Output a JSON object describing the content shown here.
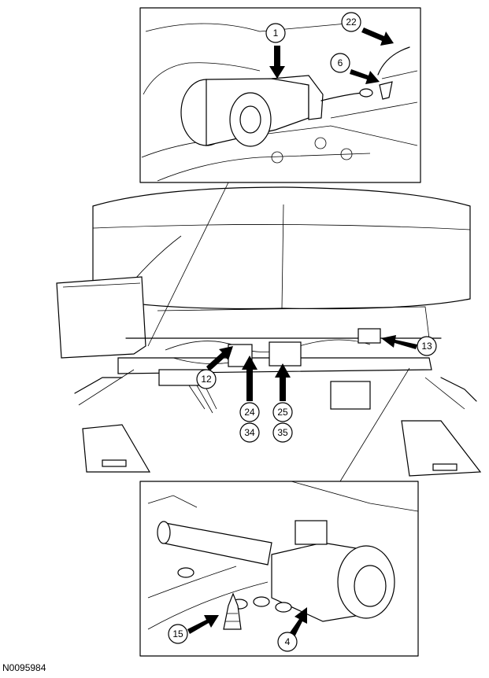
{
  "figure_id": "N0095984",
  "callouts": {
    "c1": "1",
    "c22": "22",
    "c6": "6",
    "c12": "12",
    "c13": "13",
    "c24": "24",
    "c34": "34",
    "c25": "25",
    "c35": "35",
    "c15": "15",
    "c4": "4"
  }
}
